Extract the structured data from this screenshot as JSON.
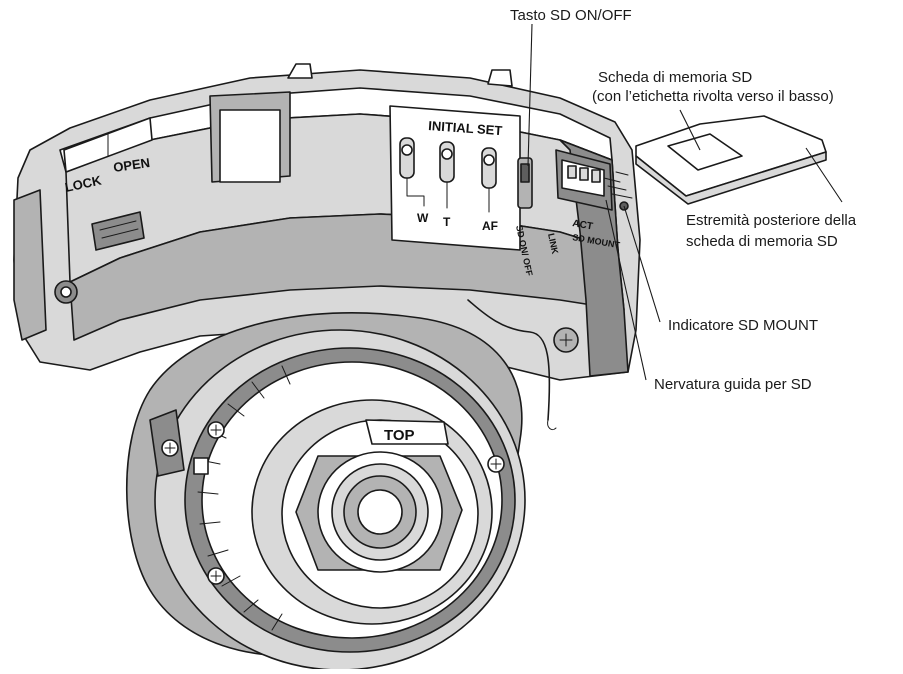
{
  "callouts": {
    "sd_switch": "Tasto SD ON/OFF",
    "sd_card_line1": "Scheda di memoria SD",
    "sd_card_line2": "(con l’etichetta rivolta verso il basso)",
    "card_end_line1": "Estremità posteriore della",
    "card_end_line2": "scheda di memoria SD",
    "mount_indicator": "Indicatore SD MOUNT",
    "guide_rib": "Nervatura guida per SD"
  },
  "markings": {
    "lock": "LOCK",
    "open": "OPEN",
    "initial_set": "INITIAL SET",
    "w": "W",
    "t": "T",
    "af": "AF",
    "sd_on_off": "SD ON/ OFF",
    "top": "TOP",
    "act": "ACT",
    "sd_mount": "SD MOUNT",
    "link": "LINK"
  }
}
